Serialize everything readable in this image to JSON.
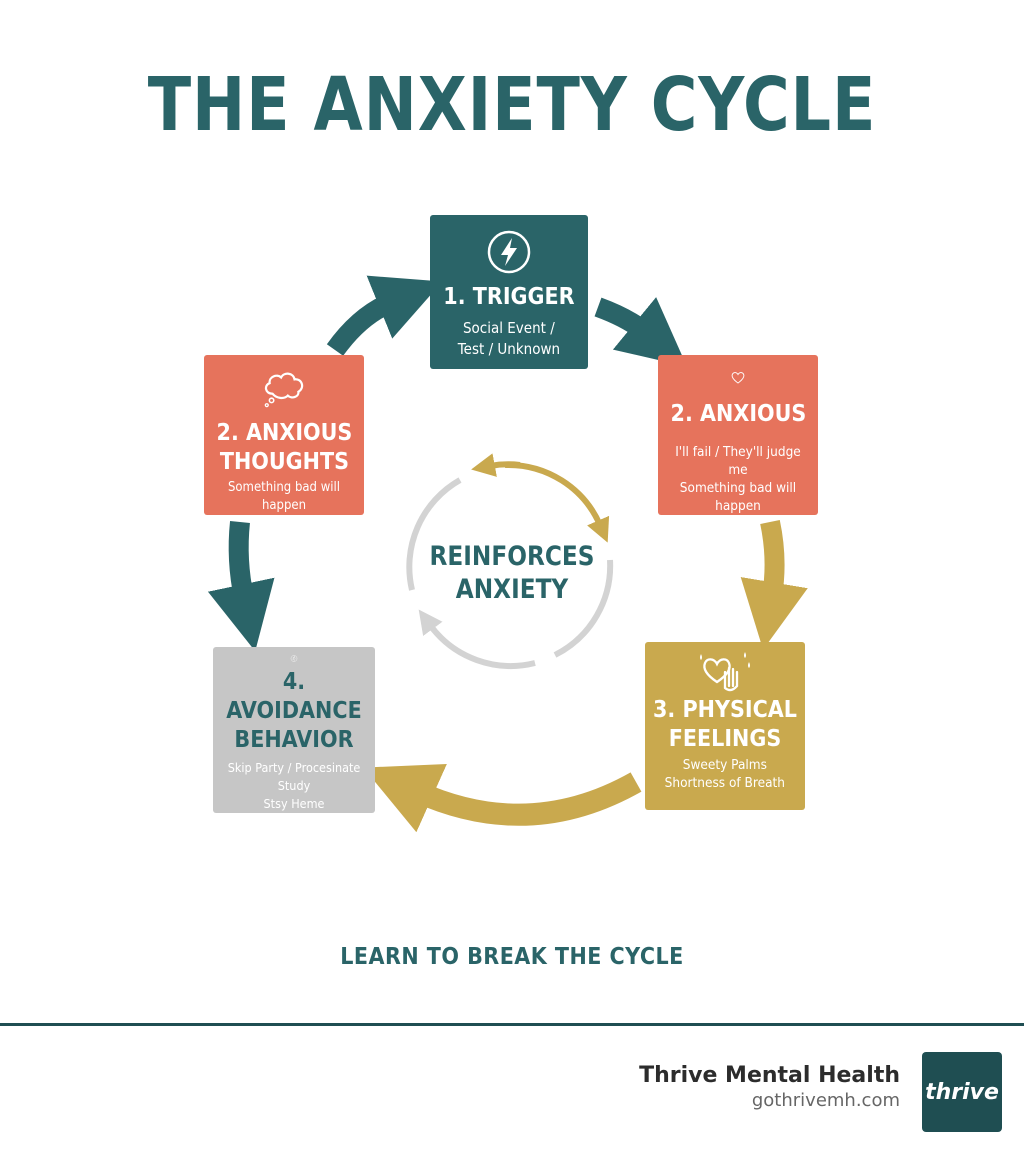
{
  "title": "THE ANXIETY CYCLE",
  "colors": {
    "teal": "#2a6468",
    "coral": "#e6735c",
    "gold": "#c9a94e",
    "gray": "#c6c6c6",
    "light_gray": "#d3d3d3"
  },
  "nodes": {
    "trigger": {
      "heading": "1. TRIGGER",
      "lines": [
        "Social Event /",
        "Test / Unknown"
      ],
      "icon": "lightning-icon"
    },
    "anxious": {
      "heading": "2. ANXIOUS",
      "lines": [
        "I'll fail / They'll judge me",
        "Something bad will happen"
      ],
      "icon": "heart-icon"
    },
    "physical": {
      "heading_lines": [
        "3. PHYSICAL",
        "FEELINGS"
      ],
      "lines": [
        "Sweety Palms",
        "Shortness of Breath"
      ],
      "icon": "sweaty-hand-heart-icon"
    },
    "avoidance": {
      "heading_lines": [
        "4. AVOIDANCE",
        "BEHAVIOR"
      ],
      "lines": [
        "Skip Party / Procesinate Study",
        "Stsy Heme"
      ],
      "icon": "running-person-icon"
    },
    "thoughts": {
      "heading_lines": [
        "2. ANXIOUS",
        "THOUGHTS"
      ],
      "lines": [
        "Something bad will happen"
      ],
      "icon": "thought-cloud-icon"
    }
  },
  "center": {
    "lines": [
      "REINFORCES",
      "ANXIETY"
    ]
  },
  "cta": "LEARN TO BREAK THE CYCLE",
  "footer": {
    "brand": "Thrive Mental Health",
    "url": "gothrivemh.com",
    "logo_text": "thrive"
  }
}
